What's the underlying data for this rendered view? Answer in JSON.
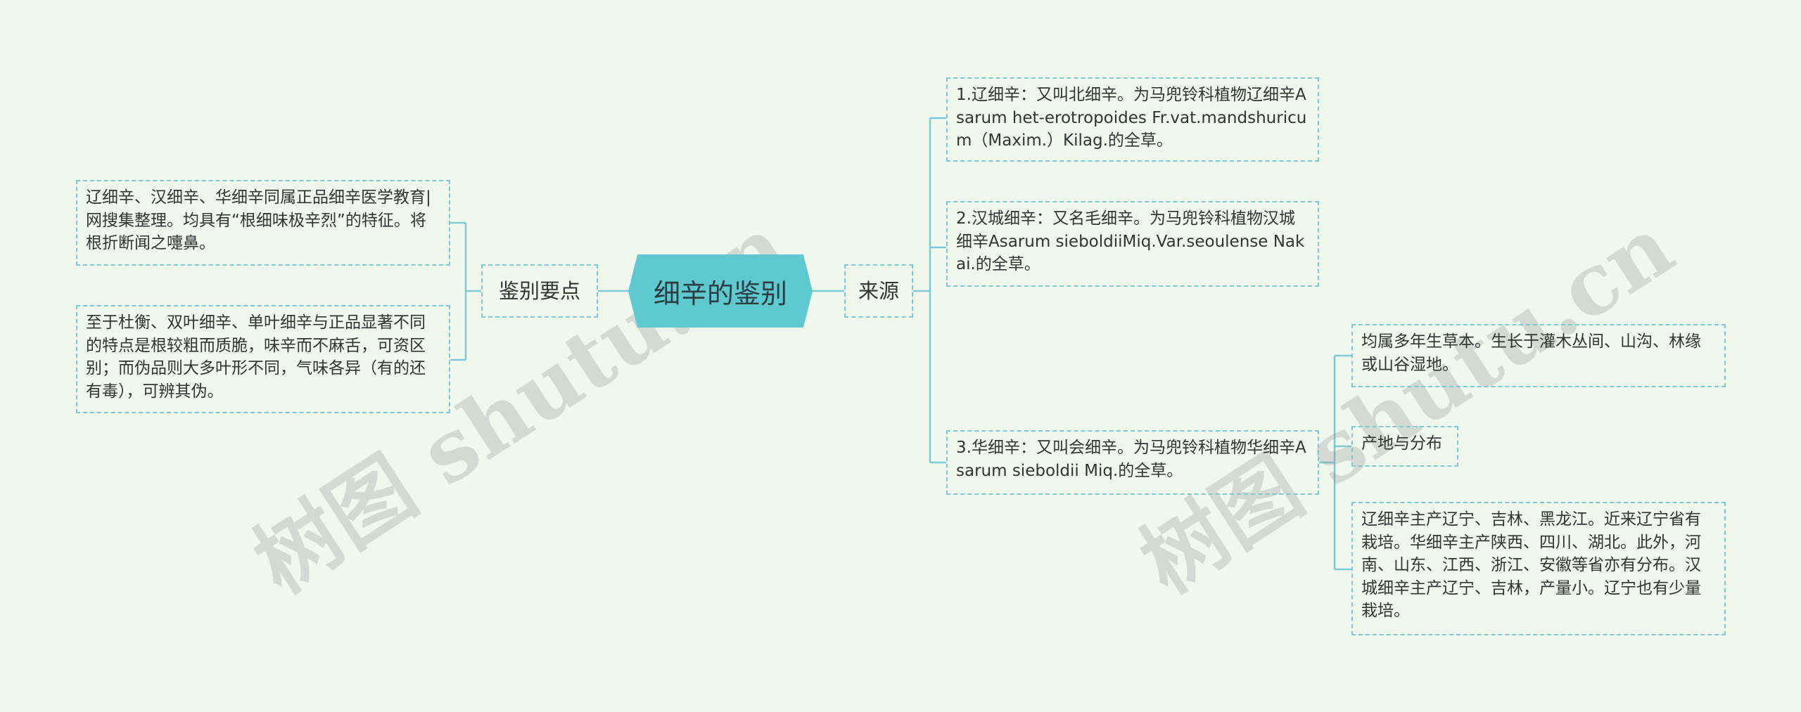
{
  "root": {
    "title": "细辛的鉴别"
  },
  "left": {
    "label": "鉴别要点",
    "items": [
      "辽细辛、汉细辛、华细辛同属正品细辛医学教育|网搜集整理。均具有“根细味极辛烈”的特征。将根折断闻之嚏鼻。",
      "至于杜衡、双叶细辛、单叶细辛与正品显著不同的特点是根较粗而质脆，味辛而不麻舌，可资区别；而伪品则大多叶形不同，气味各异（有的还有毒），可辨其伪。"
    ]
  },
  "right": {
    "label": "来源",
    "items": [
      "1.辽细辛：又叫北细辛。为马兜铃科植物辽细辛Asarum het-erotropoides Fr.vat.mandshuricum（Maxim.）Kilag.的全草。",
      "2.汉城细辛：又名毛细辛。为马兜铃科植物汉城细辛Asarum sieboldiiMiq.Var.seoulense Nakai.的全草。",
      "3.华细辛：又叫会细辛。为马兜铃科植物华细辛Asarum sieboldii Miq.的全草。"
    ],
    "sub": {
      "label": "产地与分布",
      "items": [
        "均属多年生草本。生长于灌木丛间、山沟、林缘或山谷湿地。",
        "辽细辛主产辽宁、吉林、黑龙江。近来辽宁省有栽培。华细辛主产陕西、四川、湖北。此外，河南、山东、江西、浙江、安徽等省亦有分布。汉城细辛主产辽宁、吉林，产量小。辽宁也有少量栽培。"
      ]
    }
  },
  "watermark": [
    "树图 shutu.cn",
    "树图 shutu.cn"
  ],
  "colors": {
    "root_fill": "#5ec9cf",
    "line": "#7cc9d2",
    "background": "#f0f8ee"
  }
}
